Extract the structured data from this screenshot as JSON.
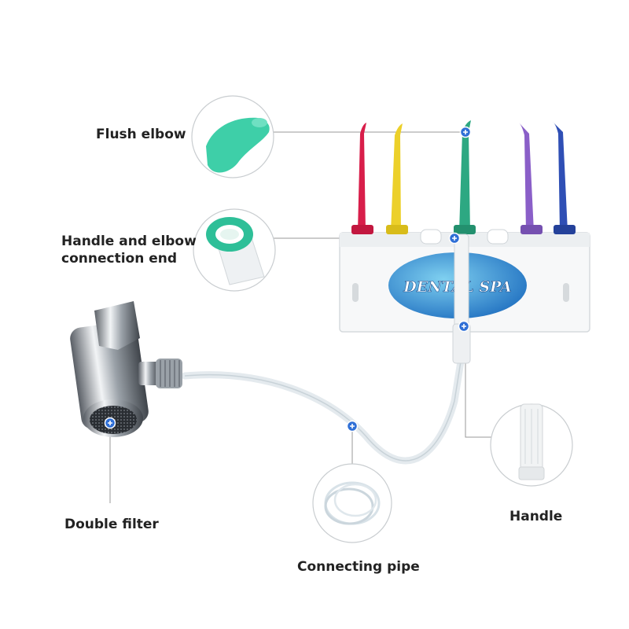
{
  "labels": {
    "flush_elbow": "Flush elbow",
    "handle_elbow_line1": "Handle and elbow",
    "handle_elbow_line2": "connection end",
    "double_filter": "Double filter",
    "connecting_pipe": "Connecting pipe",
    "handle": "Handle"
  },
  "product": {
    "brand_text": "DENTAL SPA"
  },
  "colors": {
    "background": "#ffffff",
    "marker": "#2f6fd6",
    "leader_line": "#9a9a9a",
    "label_text": "#222222",
    "tips": [
      "#d81e4a",
      "#ecd02a",
      "#2da882",
      "#8a5fc8",
      "#2f4fb5"
    ]
  },
  "icons": {
    "marker": "plus-dot-icon"
  }
}
